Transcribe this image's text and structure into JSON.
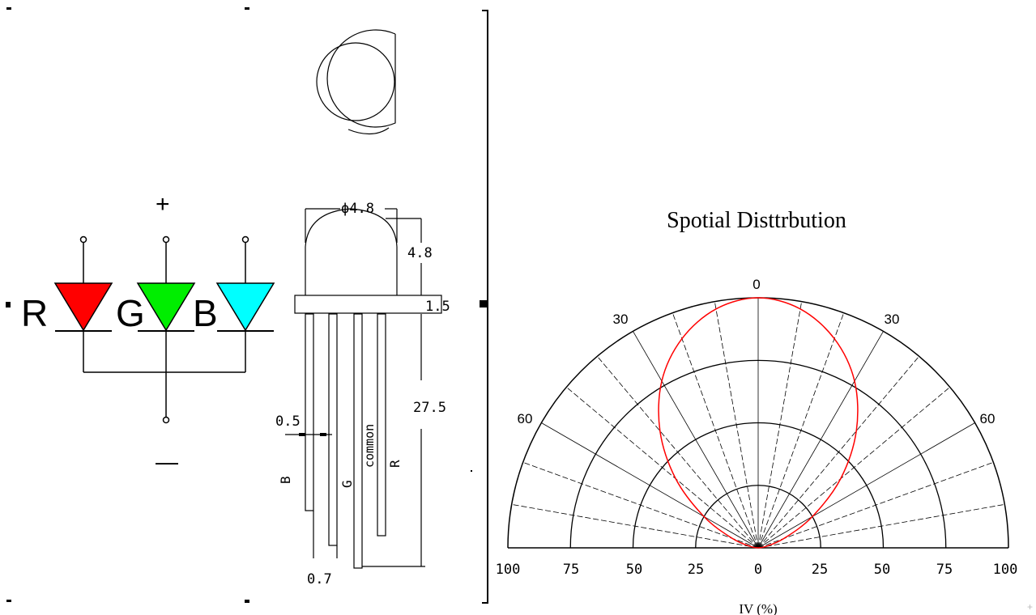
{
  "schematic": {
    "plus_label": "+",
    "minus_label": "—",
    "leds": [
      {
        "label": "R",
        "color": "#ff0000"
      },
      {
        "label": "G",
        "color": "#00ee00"
      },
      {
        "label": "B",
        "color": "#00ffff"
      }
    ]
  },
  "package": {
    "diameter_label": "ϕ4.8",
    "dome_height_label": "4.8",
    "flange_label": "1.5",
    "lead_length_label": "27.5",
    "lead_width_label": "0.5",
    "pitch_label": "0.7",
    "pin_labels": [
      "B",
      "G",
      "common",
      "R"
    ]
  },
  "polar_chart": {
    "title": "Spotial Disttrbution",
    "angle_labels": {
      "top": "0",
      "left_30": "30",
      "right_30": "30",
      "left_60": "60",
      "right_60": "60"
    },
    "x_tick_labels": [
      "100",
      "75",
      "50",
      "25",
      "0",
      "25",
      "50",
      "75",
      "100"
    ],
    "xlabel": "IV (%)",
    "curve_color": "#ff0000"
  },
  "chart_data": {
    "type": "scatter",
    "title": "Spotial Disttrbution",
    "xlabel": "IV (%)",
    "radial_ticks": [
      0,
      25,
      50,
      75,
      100
    ],
    "angle_ticks_deg": [
      0,
      30,
      60
    ],
    "angular_range_deg": [
      -90,
      90
    ],
    "series": [
      {
        "x": [
          0,
          10,
          20,
          30,
          40,
          50,
          60,
          70,
          80,
          90
        ],
        "y": [
          100,
          97,
          89,
          77,
          61,
          43,
          25,
          11,
          3,
          0
        ]
      }
    ]
  },
  "colors": {
    "line": "#000000",
    "background": "#ffffff"
  }
}
